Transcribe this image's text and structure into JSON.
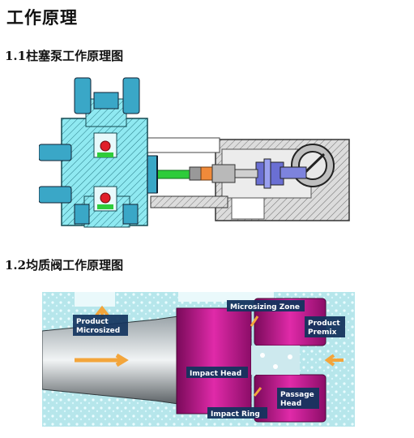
{
  "heading": "工作原理",
  "section1": {
    "title": "1.1柱塞泵工作原理图"
  },
  "section2": {
    "title": "1.2均质阀工作原理图"
  },
  "homogenizer_labels": {
    "product_microsized": [
      "Product",
      "Microsized"
    ],
    "microsizing_zone": "Microsizing Zone",
    "product_premix": [
      "Product",
      "Premix"
    ],
    "impact_head": "Impact Head",
    "passage_head": [
      "Passage",
      "Head"
    ],
    "impact_ring": "Impact Ring"
  },
  "colors": {
    "pump_housing": "#7fe3ee",
    "pump_frame": "#d9d9d9",
    "plunger": "#2ecc3a",
    "valve_red": "#e0202a",
    "valve_magenta": "#c0138e",
    "flow_arrow": "#f3a53b",
    "label_bg": "#14345e"
  }
}
